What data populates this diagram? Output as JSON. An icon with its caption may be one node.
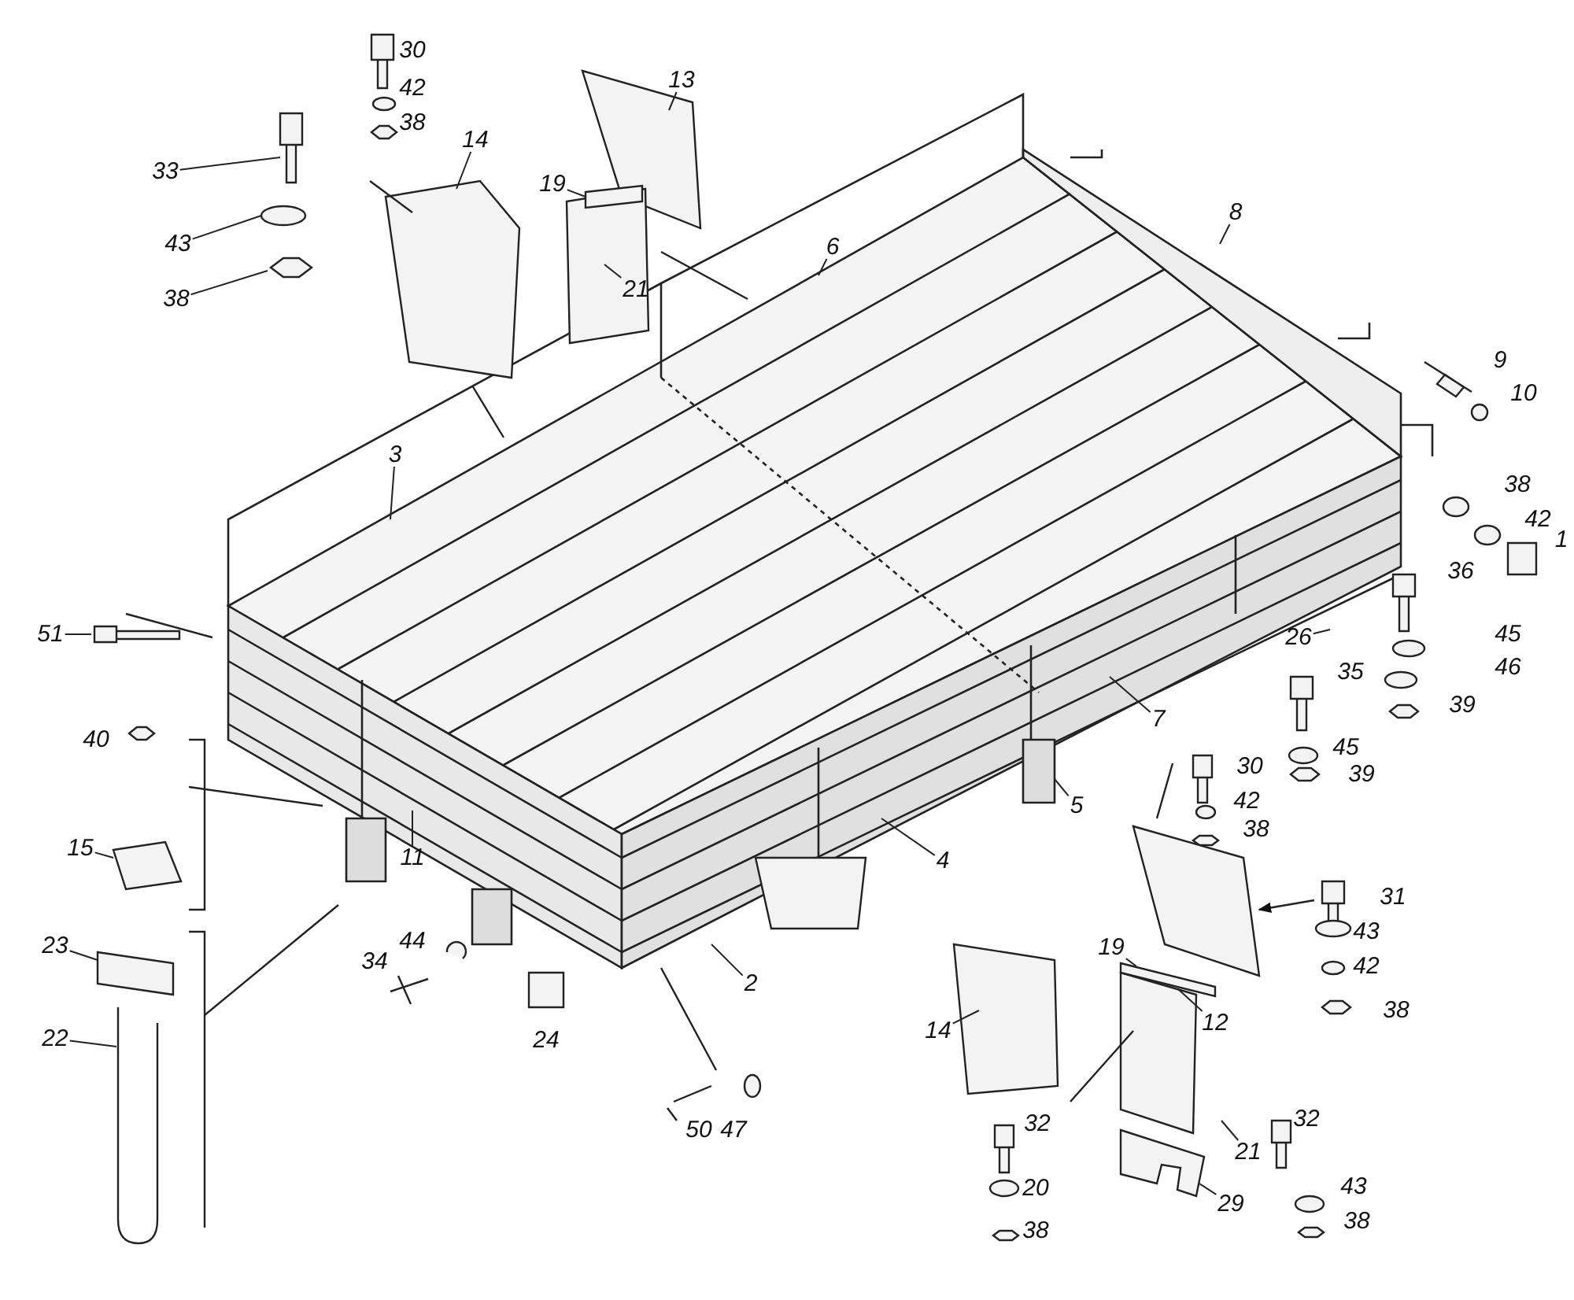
{
  "diagram": {
    "nodes": [
      {
        "text": [
          "33"
        ]
      },
      {
        "text": [
          "14"
        ]
      },
      {
        "text": [
          "43"
        ]
      },
      {
        "text": [
          "38"
        ]
      },
      {
        "text": [
          "13"
        ]
      },
      {
        "text": [
          "19"
        ]
      },
      {
        "text": [
          "21"
        ]
      },
      {
        "text": [
          "6"
        ]
      },
      {
        "text": [
          "8"
        ]
      },
      {
        "text": [
          "3"
        ]
      },
      {
        "text": [
          "51"
        ]
      },
      {
        "text": [
          "26"
        ]
      },
      {
        "text": [
          "7"
        ]
      },
      {
        "text": [
          "5"
        ]
      },
      {
        "text": [
          "4"
        ]
      },
      {
        "text": [
          "11"
        ]
      },
      {
        "text": [
          "15"
        ]
      },
      {
        "text": [
          "19"
        ]
      },
      {
        "text": [
          "12"
        ]
      },
      {
        "text": [
          "23"
        ]
      },
      {
        "text": [
          "22"
        ]
      },
      {
        "text": [
          "2"
        ]
      },
      {
        "text": [
          "21"
        ]
      },
      {
        "text": [
          "29"
        ]
      },
      {
        "text": [
          "14"
        ]
      }
    ],
    "edges": [
      {
        "from": 0,
        "to": null,
        "arrow": "none"
      },
      {
        "from": 1,
        "to": null,
        "arrow": "none"
      },
      {
        "from": 2,
        "to": null,
        "arrow": "none"
      },
      {
        "from": 3,
        "to": null,
        "arrow": "none"
      },
      {
        "from": 4,
        "to": null,
        "arrow": "none"
      },
      {
        "from": 5,
        "to": null,
        "arrow": "none"
      },
      {
        "from": 6,
        "to": null,
        "arrow": "none"
      },
      {
        "from": 7,
        "to": null,
        "arrow": "none"
      },
      {
        "from": 8,
        "to": null,
        "arrow": "none"
      },
      {
        "from": 9,
        "to": null,
        "arrow": "none"
      },
      {
        "from": 10,
        "to": null,
        "arrow": "none"
      },
      {
        "from": 11,
        "to": null,
        "arrow": "none"
      },
      {
        "from": 12,
        "to": null,
        "arrow": "none"
      },
      {
        "from": 13,
        "to": null,
        "arrow": "none"
      },
      {
        "from": 14,
        "to": null,
        "arrow": "none"
      },
      {
        "from": 15,
        "to": null,
        "arrow": "none"
      },
      {
        "from": 16,
        "to": null,
        "arrow": "none"
      },
      {
        "from": 17,
        "to": null,
        "arrow": "none"
      },
      {
        "from": 18,
        "to": null,
        "arrow": "none"
      },
      {
        "from": 19,
        "to": null,
        "arrow": "none"
      },
      {
        "from": 20,
        "to": null,
        "arrow": "none"
      },
      {
        "from": 21,
        "to": null,
        "arrow": "none"
      },
      {
        "from": 22,
        "to": null,
        "arrow": "none"
      },
      {
        "from": 23,
        "to": null,
        "arrow": "none"
      },
      {
        "from": 24,
        "to": null,
        "arrow": "none"
      }
    ],
    "labels": [
      "30",
      "42",
      "38",
      "9",
      "10",
      "38",
      "42",
      "1",
      "36",
      "45",
      "35",
      "46",
      "39",
      "45",
      "39",
      "30",
      "42",
      "38",
      "40",
      "31",
      "43",
      "42",
      "38",
      "44",
      "34",
      "24",
      "32",
      "32",
      "50",
      "47",
      "20",
      "43",
      "38",
      "38"
    ]
  }
}
